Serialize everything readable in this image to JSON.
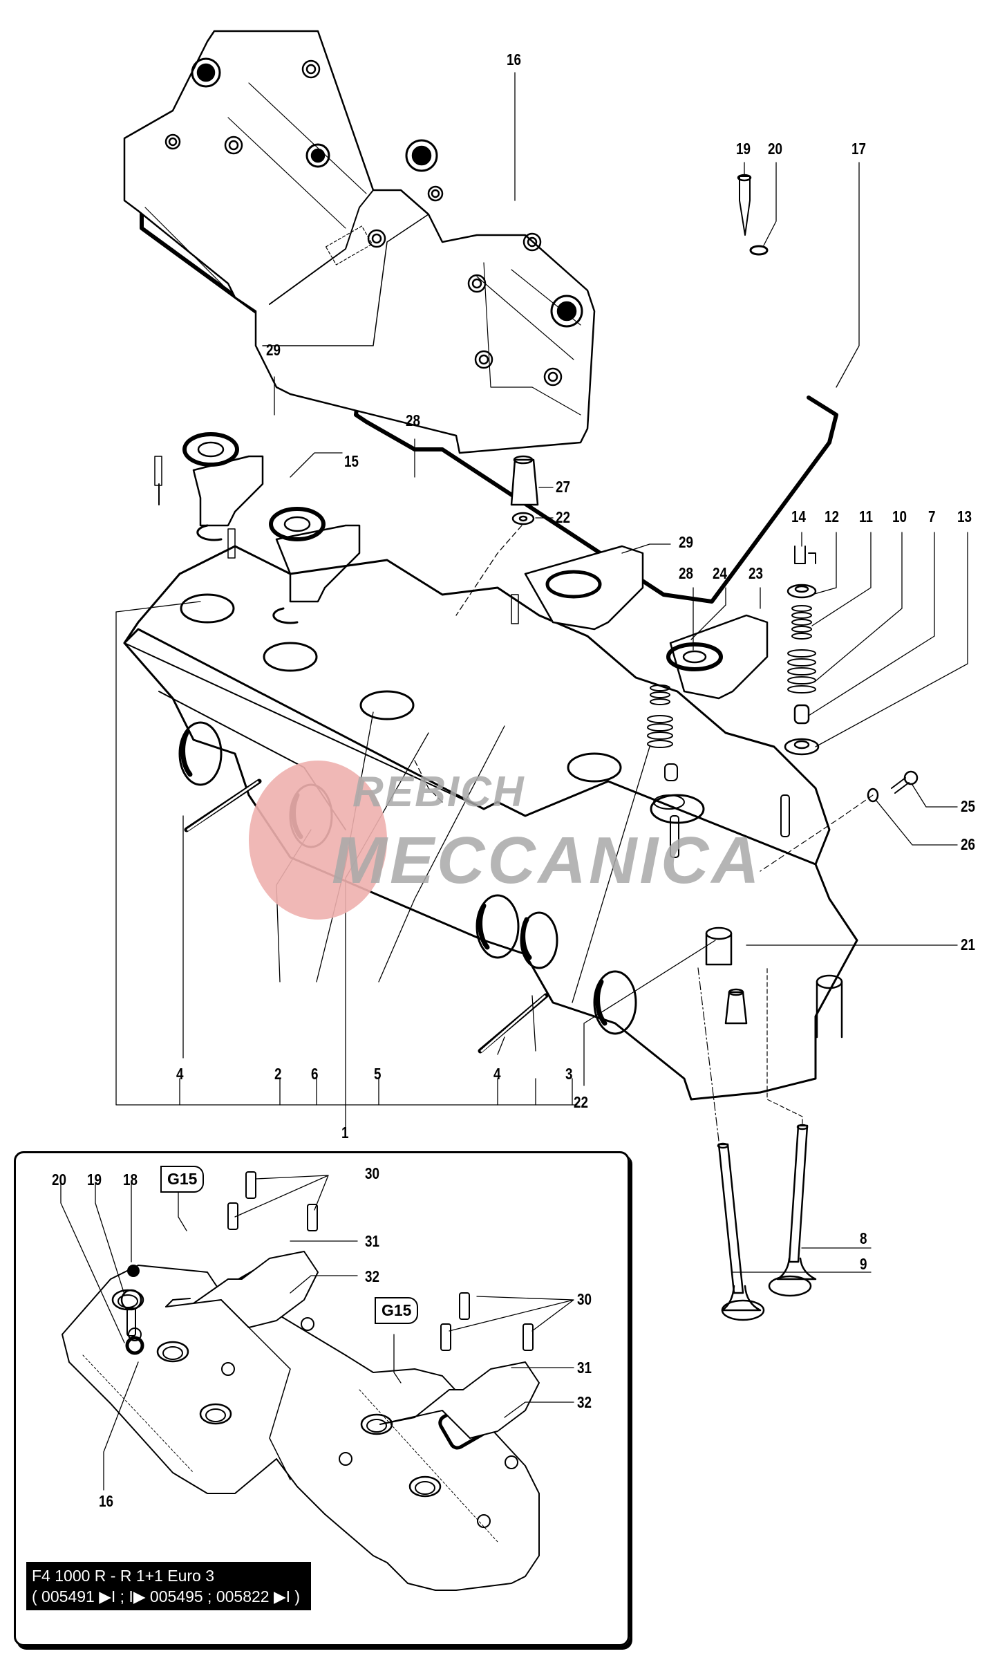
{
  "diagram": {
    "title": "Cylinder head exploded view",
    "model_caption": {
      "line1": "F4 1000 R - R 1+1 Euro 3",
      "line2": "( 005491 ▶I ; I▶ 005495 ; 005822 ▶I )"
    },
    "watermark": {
      "line1": "REBICH",
      "line2": "MECCANICA",
      "color": "#a9a9a9",
      "logo_color": "#eeb0ae"
    },
    "main_callouts": {
      "c16_top": "16",
      "c19_top": "19",
      "c20_top": "20",
      "c17": "17",
      "c29_left": "29",
      "c28_left": "28",
      "c15": "15",
      "c27": "27",
      "c22_upper": "22",
      "c29_right": "29",
      "c28_right": "28",
      "c24": "24",
      "c23": "23",
      "c14": "14",
      "c12": "12",
      "c11": "11",
      "c10": "10",
      "c7": "7",
      "c13": "13",
      "c25": "25",
      "c26": "26",
      "c21": "21",
      "c22_lower": "22",
      "c4_left": "4",
      "c2": "2",
      "c6": "6",
      "c5": "5",
      "c4_right": "4",
      "c3": "3",
      "c1": "1",
      "c8": "8",
      "c9": "9"
    },
    "inset_callouts": {
      "c20": "20",
      "c19": "19",
      "c18": "18",
      "g15_a": "G15",
      "c30_a": "30",
      "c31_a": "31",
      "c32_a": "32",
      "g15_b": "G15",
      "c30_b": "30",
      "c31_b": "31",
      "c32_b": "32",
      "c16": "16"
    }
  }
}
